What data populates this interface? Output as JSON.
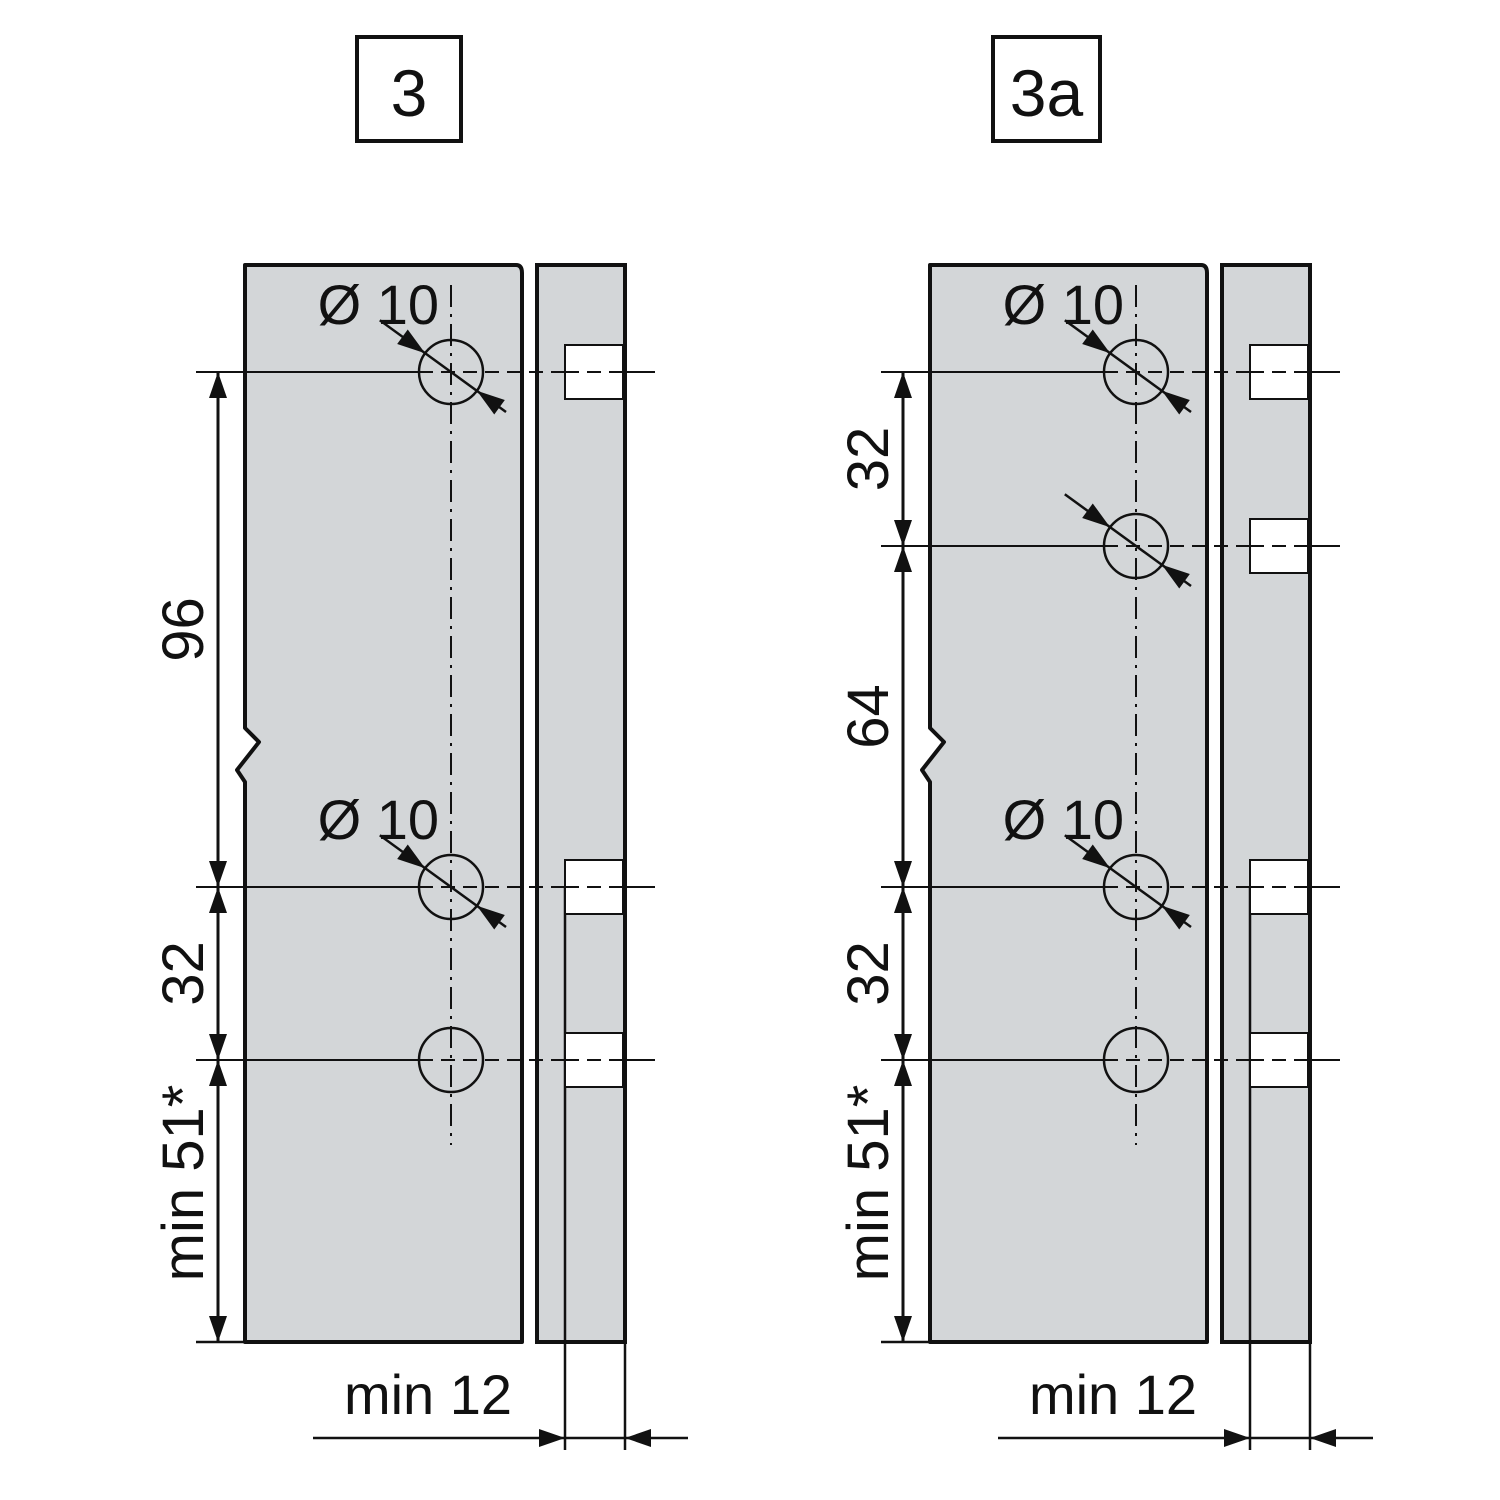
{
  "colors": {
    "panel_fill": "#d3d6d8",
    "line": "#111111",
    "slot_fill": "#ffffff"
  },
  "figures": [
    {
      "id": "3",
      "label": "3",
      "holes": [
        {
          "diameter_label": "Ø 10",
          "arrows": true
        },
        {
          "diameter_label": "Ø 10",
          "arrows": true
        },
        {
          "diameter_label": "",
          "arrows": false
        }
      ],
      "dimensions": [
        "96",
        "32",
        "min 51*"
      ],
      "thickness_label": "min 12"
    },
    {
      "id": "3a",
      "label": "3a",
      "holes": [
        {
          "diameter_label": "Ø 10",
          "arrows": true
        },
        {
          "diameter_label": "",
          "arrows": true
        },
        {
          "diameter_label": "Ø 10",
          "arrows": true
        },
        {
          "diameter_label": "",
          "arrows": false
        }
      ],
      "dimensions": [
        "32",
        "64",
        "32",
        "min 51*"
      ],
      "thickness_label": "min 12"
    }
  ]
}
